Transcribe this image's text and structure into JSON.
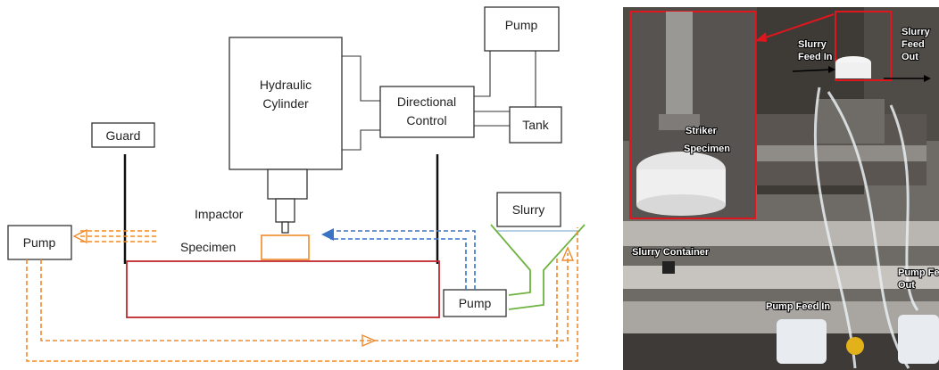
{
  "schematic": {
    "hydraulic_cylinder": "Hydraulic\nCylinder",
    "pump_top": "Pump",
    "directional_control": "Directional\nControl",
    "tank": "Tank",
    "guard": "Guard",
    "impactor": "Impactor",
    "specimen": "Specimen",
    "pump_left": "Pump",
    "slurry": "Slurry",
    "pump_bottom": "Pump"
  },
  "photo": {
    "striker": "Striker",
    "specimen": "Specimen",
    "slurry_feed_in": "Slurry\nFeed In",
    "slurry_feed_out": "Slurry\nFeed\nOut",
    "slurry_container": "Slurry Container",
    "pump_feed_in": "Pump Feed In",
    "pump_feed_out": "Pump Fe\nOut"
  },
  "colors": {
    "box_stroke": "#333333",
    "tank_red": "#c0282d",
    "flow_orange": "#ef8a2a",
    "flow_blue": "#3a72c4",
    "funnel_green": "#6db33f",
    "inset_red": "#e0161e"
  }
}
